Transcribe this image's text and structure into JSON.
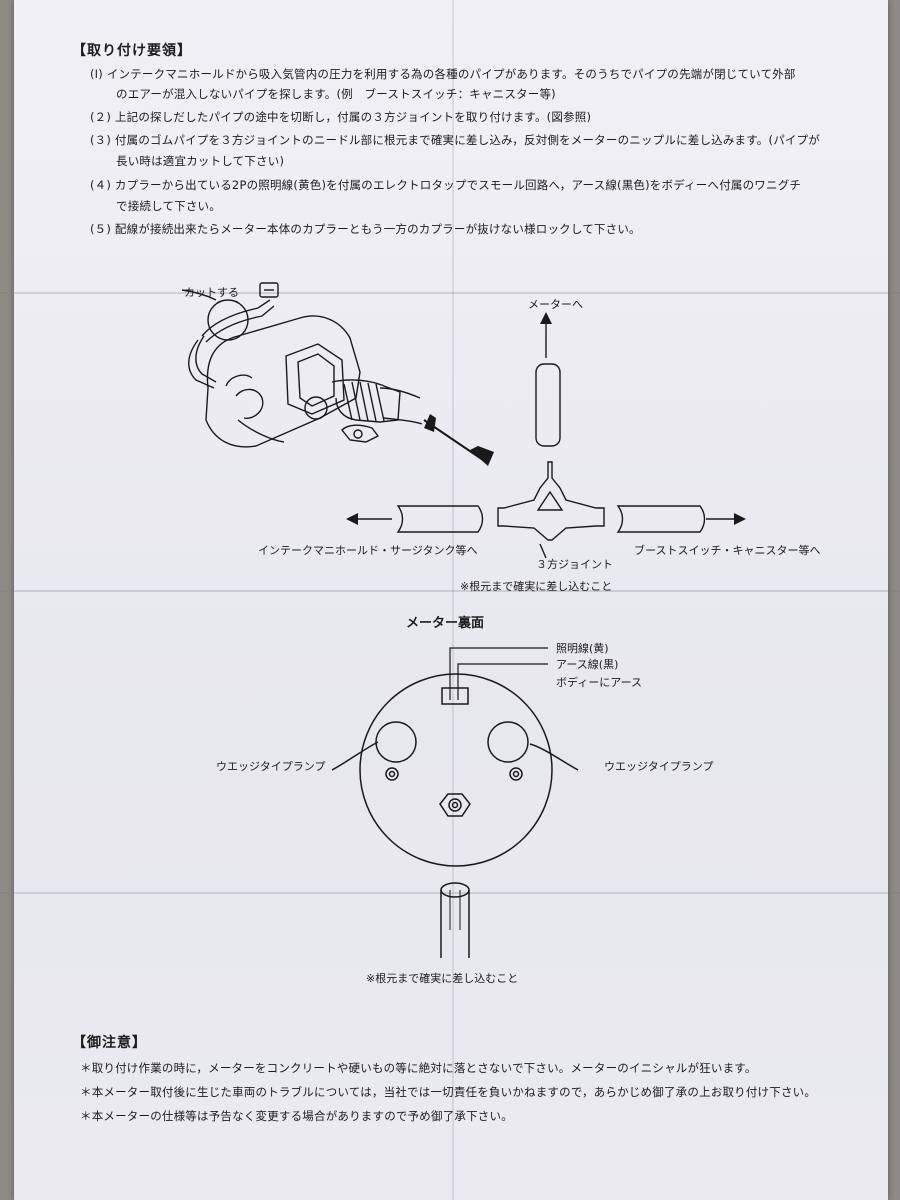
{
  "install": {
    "title": "【取り付け要領】",
    "steps": [
      "(Ⅰ) インテークマニホールドから吸入気管内の圧力を利用する為の各種のパイプがあります。そのうちでパイプの先端が閉じていて外部",
      "のエアーが混入しないパイプを探します。(例　ブーストスイッチ：キャニスター等)",
      "(２) 上記の探しだしたパイプの途中を切断し，付属の３方ジョイントを取り付けます。(図参照)",
      "(３) 付属のゴムパイプを３方ジョイントのニードル部に根元まで確実に差し込み，反対側をメーターのニップルに差し込みます。(パイプが",
      "長い時は適宜カットして下さい)",
      "(４) カプラーから出ている2Pの照明線(黄色)を付属のエレクトロタップでスモール回路へ，アース線(黒色)をボディーへ付属のワニグチ",
      "で接続して下さい。",
      "(５) 配線が接続出来たらメーター本体のカプラーともう一方のカプラーが抜けない様ロックして下さい。"
    ]
  },
  "diagram1": {
    "cut_label": "カットする",
    "to_meter": "メーターへ",
    "to_intake": "インテークマニホールド・サージタンク等へ",
    "joint": "３方ジョイント",
    "to_boost": "ブーストスイッチ・キャニスター等へ",
    "note": "※根元まで確実に差し込むこと"
  },
  "diagram2": {
    "title": "メーター裏面",
    "light_wire": "照明線(黄)",
    "earth_wire": "アース線(黒)",
    "body_earth": "ボディーにアース",
    "lamp_left": "ウエッジタイプランプ",
    "lamp_right": "ウエッジタイプランプ",
    "note": "※根元まで確実に差し込むこと"
  },
  "caution": {
    "title": "【御注意】",
    "items": [
      "＊取り付け作業の時に，メーターをコンクリートや硬いもの等に絶対に落とさないで下さい。メーターのイニシャルが狂います。",
      "＊本メーター取付後に生じた車両のトラブルについては，当社では一切責任を負いかねますので，あらかじめ御了承の上お取り付け下さい。",
      "＊本メーターの仕様等は予告なく変更する場合がありますので予め御了承下さい。"
    ]
  }
}
